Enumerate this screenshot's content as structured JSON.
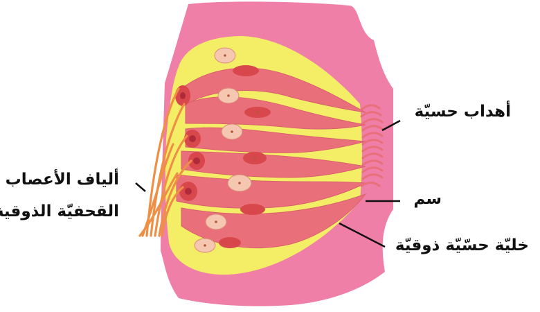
{
  "labels": {
    "sensory_hairs": "أهداب حسيّة",
    "pore": "سم",
    "taste_cell": "خليّة حسّيّة ذوقيّة",
    "nerve_fibers_line1": "ألياف الأعصاب",
    "nerve_fibers_line2": "القحفيّة الذوقية"
  },
  "colors": {
    "epithelium": "#f07fa8",
    "supporting_cell": "#f4ee67",
    "sensory_cell": "#e9707a",
    "nucleus": "#d8474b",
    "nerve": "#ef8f45",
    "leader_line": "#111111"
  }
}
